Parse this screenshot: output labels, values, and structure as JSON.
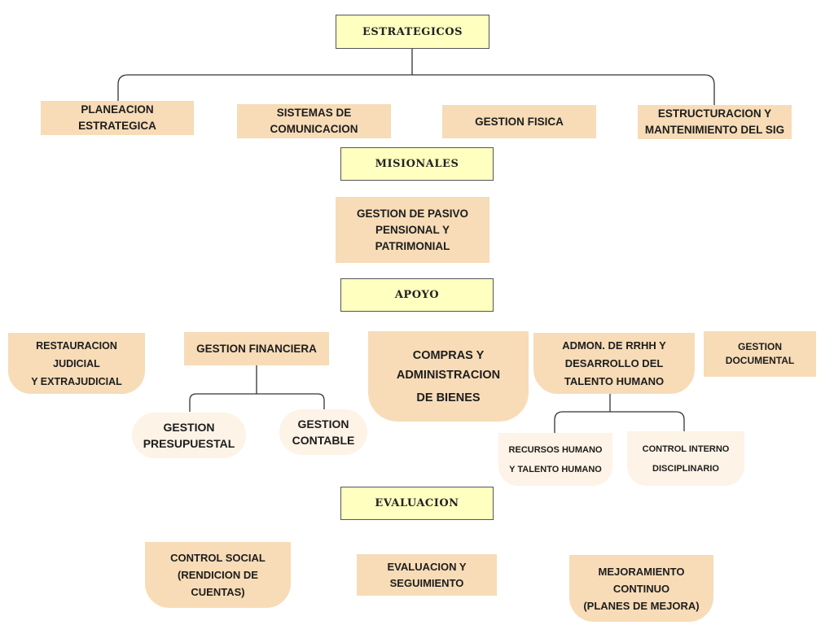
{
  "headers": {
    "estrategicos": "ESTRATEGICOS",
    "misionales": "MISIONALES",
    "apoyo": "APOYO",
    "evaluacion": "EVALUACION"
  },
  "estrategicos": {
    "planeacion": [
      "PLANEACION",
      "ESTRATEGICA"
    ],
    "sistemas": [
      "SISTEMAS DE",
      "COMUNICACION"
    ],
    "gestion_fisica": [
      "GESTION FISICA"
    ],
    "estructuracion": [
      "ESTRUCTURACION Y",
      "MANTENIMIENTO DEL SIG"
    ]
  },
  "misionales": {
    "pasivo": [
      "GESTION DE PASIVO",
      "PENSIONAL Y",
      "PATRIMONIAL"
    ]
  },
  "apoyo": {
    "restauracion": [
      "RESTAURACION",
      "JUDICIAL",
      "Y EXTRAJUDICIAL"
    ],
    "financiera": [
      "GESTION FINANCIERA"
    ],
    "presupuestal": [
      "GESTION",
      "PRESUPUESTAL"
    ],
    "contable": [
      "GESTION",
      "CONTABLE"
    ],
    "compras": [
      "COMPRAS Y",
      "ADMINISTRACION",
      "DE BIENES"
    ],
    "rrhh": [
      "ADMON. DE RRHH Y",
      "DESARROLLO DEL",
      "TALENTO HUMANO"
    ],
    "documental": [
      "GESTION",
      "DOCUMENTAL"
    ],
    "recursos": [
      "RECURSOS HUMANO",
      "Y TALENTO HUMANO"
    ],
    "control_interno": [
      "CONTROL INTERNO",
      "DISCIPLINARIO"
    ]
  },
  "evaluacion": {
    "control_social": [
      "CONTROL SOCIAL",
      "(RENDICION DE",
      "CUENTAS)"
    ],
    "seguimiento": [
      "EVALUACION Y",
      "SEGUIMIENTO"
    ],
    "mejoramiento": [
      "MEJORAMIENTO",
      "CONTINUO",
      "(PLANES DE MEJORA)"
    ]
  }
}
